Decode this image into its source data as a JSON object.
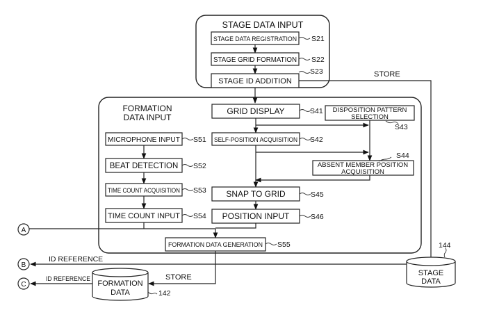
{
  "stage_input": {
    "title": "STAGE DATA INPUT",
    "steps": [
      {
        "label": "STAGE DATA REGISTRATION",
        "id": "S21"
      },
      {
        "label": "STAGE GRID FORMATION",
        "id": "S22"
      },
      {
        "label": "STAGE ID ADDITION",
        "id": "S23"
      }
    ]
  },
  "formation_input": {
    "title_line1": "FORMATION",
    "title_line2": "DATA INPUT",
    "left_steps": [
      {
        "label": "MICROPHONE INPUT",
        "id": "S51"
      },
      {
        "label": "BEAT DETECTION",
        "id": "S52"
      },
      {
        "label": "TIME COUNT ACQUISITION",
        "id": "S53"
      },
      {
        "label": "TIME COUNT INPUT",
        "id": "S54"
      }
    ],
    "center_steps": [
      {
        "label": "GRID DISPLAY",
        "id": "S41"
      },
      {
        "label": "SELF-POSITION ACQUISITION",
        "id": "S42"
      },
      {
        "label": "SNAP TO GRID",
        "id": "S45"
      },
      {
        "label": "POSITION INPUT",
        "id": "S46"
      }
    ],
    "right_steps": [
      {
        "label_line1": "DISPOSITION PATTERN",
        "label_line2": "SELECTION",
        "id": "S43"
      },
      {
        "label_line1": "ABSENT MEMBER POSITION",
        "label_line2": "ACQUISITION",
        "id": "S44"
      }
    ],
    "generation": {
      "label": "FORMATION DATA GENERATION",
      "id": "S55"
    }
  },
  "connectors": {
    "a": "A",
    "b": "B",
    "c": "C"
  },
  "labels": {
    "store_top": "STORE",
    "store_bottom": "STORE",
    "id_reference_b": "ID REFERENCE",
    "id_reference_c": "ID REFERENCE"
  },
  "databases": {
    "stage": {
      "line1": "STAGE",
      "line2": "DATA",
      "ref": "144"
    },
    "formation": {
      "line1": "FORMATION",
      "line2": "DATA",
      "ref": "142"
    }
  }
}
